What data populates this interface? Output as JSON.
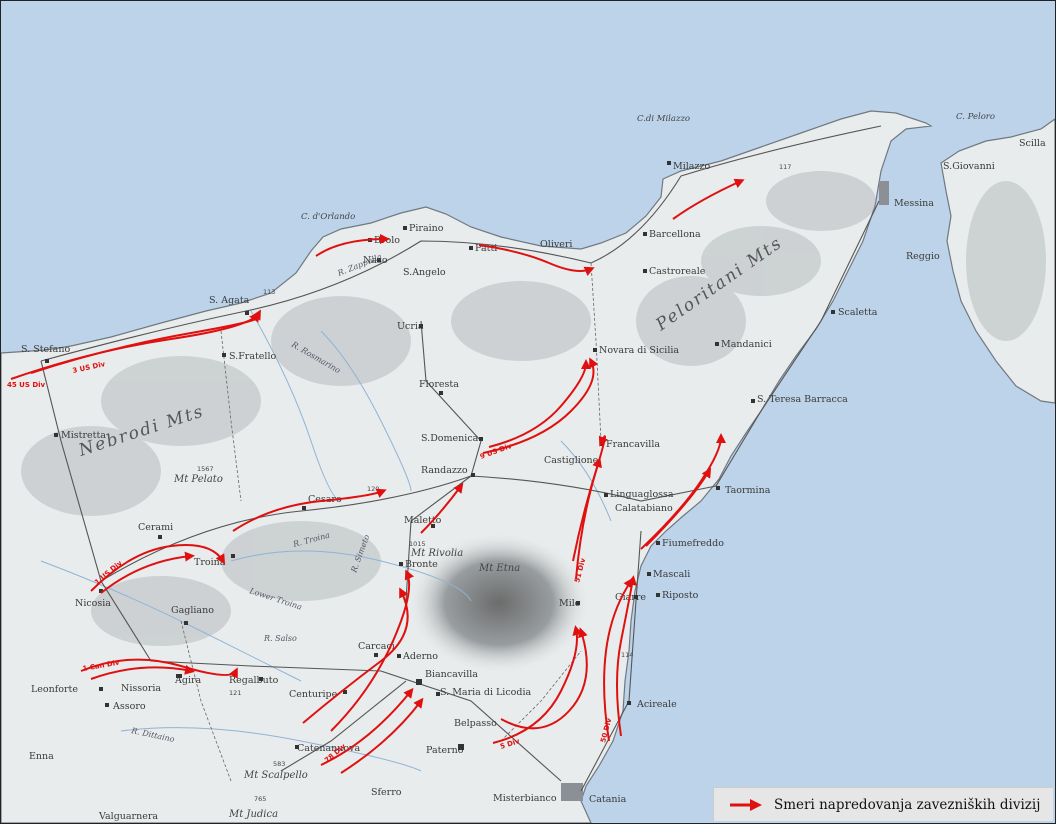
{
  "map": {
    "sea_color": "#bcd3ea",
    "land_color": "#e9ecec",
    "arrow_color": "#e01010",
    "capes": [
      {
        "label": "C.di Milazzo"
      },
      {
        "label": "C. d'Orlando"
      },
      {
        "label": "C. Peloro"
      }
    ],
    "places": [
      {
        "label": "Milazzo"
      },
      {
        "label": "Messina"
      },
      {
        "label": "Scilla"
      },
      {
        "label": "S.Giovanni"
      },
      {
        "label": "Reggio"
      },
      {
        "label": "Barcellona"
      },
      {
        "label": "Castroreale"
      },
      {
        "label": "Scaletta"
      },
      {
        "label": "Mandanici"
      },
      {
        "label": "Piraino"
      },
      {
        "label": "Brolo"
      },
      {
        "label": "Naso"
      },
      {
        "label": "S.Angelo"
      },
      {
        "label": "Patti"
      },
      {
        "label": "Oliveri"
      },
      {
        "label": "S. Agata"
      },
      {
        "label": "Ucria"
      },
      {
        "label": "Novara di Sicilia"
      },
      {
        "label": "S. Stefano"
      },
      {
        "label": "S.Fratello"
      },
      {
        "label": "Floresta"
      },
      {
        "label": "S. Teresa Barracca"
      },
      {
        "label": "Mistretta"
      },
      {
        "label": "S.Domenica"
      },
      {
        "label": "Francavilla"
      },
      {
        "label": "Castiglione"
      },
      {
        "label": "Randazzo"
      },
      {
        "label": "Taormina"
      },
      {
        "label": "Linguaglossa"
      },
      {
        "label": "Calatabiano"
      },
      {
        "label": "Cesaro"
      },
      {
        "label": "Maletto"
      },
      {
        "label": "Cerami"
      },
      {
        "label": "Fiumefreddo"
      },
      {
        "label": "Bronte"
      },
      {
        "label": "Troina"
      },
      {
        "label": "Mascali"
      },
      {
        "label": "Riposto"
      },
      {
        "label": "Giarre"
      },
      {
        "label": "Milo"
      },
      {
        "label": "Nicosia"
      },
      {
        "label": "Gagliano"
      },
      {
        "label": "Carcaci"
      },
      {
        "label": "Aderno"
      },
      {
        "label": "Regalbuto"
      },
      {
        "label": "Biancavilla"
      },
      {
        "label": "Leonforte"
      },
      {
        "label": "Nissoria"
      },
      {
        "label": "Agira"
      },
      {
        "label": "Centuripe"
      },
      {
        "label": "S. Maria di Licodia"
      },
      {
        "label": "Assoro"
      },
      {
        "label": "Belpasso"
      },
      {
        "label": "Acireale"
      },
      {
        "label": "Catenanuova"
      },
      {
        "label": "Paterno"
      },
      {
        "label": "Enna"
      },
      {
        "label": "Sferro"
      },
      {
        "label": "Misterbianco"
      },
      {
        "label": "Catania"
      },
      {
        "label": "Valguarnera"
      }
    ],
    "mountains": [
      {
        "label": "Mt Etna"
      },
      {
        "label": "Mt Pelato"
      },
      {
        "label": "Mt Rivolia"
      },
      {
        "label": "Mt Scalpello"
      },
      {
        "label": "Mt Judica"
      }
    ],
    "ranges": [
      {
        "label": "Nebrodi Mts"
      },
      {
        "label": "Peloritani Mts"
      }
    ],
    "rivers": [
      {
        "label": "R. Zappulla"
      },
      {
        "label": "R. Rosmarino"
      },
      {
        "label": "R. Troina"
      },
      {
        "label": "R. Simeto"
      },
      {
        "label": "Lower Troina"
      },
      {
        "label": "R. Salso"
      },
      {
        "label": "R. Dittaino"
      }
    ],
    "heights": [
      {
        "label": "1567"
      },
      {
        "label": "1015"
      },
      {
        "label": "583"
      },
      {
        "label": "765"
      },
      {
        "label": "120"
      },
      {
        "label": "121"
      },
      {
        "label": "113"
      },
      {
        "label": "114"
      },
      {
        "label": "117"
      }
    ],
    "divisions": [
      {
        "label": "45 US Div"
      },
      {
        "label": "3 US Div"
      },
      {
        "label": "9 US Div"
      },
      {
        "label": "1 US Div"
      },
      {
        "label": "1 Can Div"
      },
      {
        "label": "78 Div"
      },
      {
        "label": "51 Div"
      },
      {
        "label": "50 Div"
      },
      {
        "label": "5 Div"
      }
    ]
  },
  "legend": {
    "text": "Smeri napredovanja zavezniških divizij"
  }
}
